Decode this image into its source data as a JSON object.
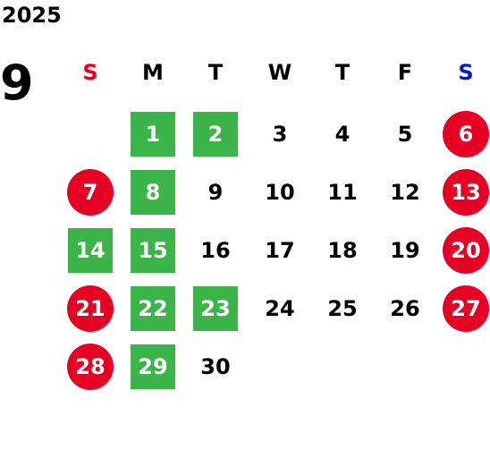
{
  "calendar": {
    "year": "2025",
    "month": "9",
    "weekdays": [
      {
        "label": "S",
        "color": "#e8001c"
      },
      {
        "label": "M",
        "color": "#000000"
      },
      {
        "label": "T",
        "color": "#000000"
      },
      {
        "label": "W",
        "color": "#000000"
      },
      {
        "label": "T",
        "color": "#000000"
      },
      {
        "label": "F",
        "color": "#000000"
      },
      {
        "label": "S",
        "color": "#0019d4"
      }
    ],
    "colors": {
      "holiday_red": "#e60023",
      "highlight_green": "#3bb54a",
      "text": "#000000",
      "on_mark_text": "#ffffff"
    },
    "weeks": [
      [
        null,
        {
          "day": "1",
          "style": "green"
        },
        {
          "day": "2",
          "style": "green"
        },
        {
          "day": "3",
          "style": "plain"
        },
        {
          "day": "4",
          "style": "plain"
        },
        {
          "day": "5",
          "style": "plain"
        },
        {
          "day": "6",
          "style": "red"
        }
      ],
      [
        {
          "day": "7",
          "style": "red"
        },
        {
          "day": "8",
          "style": "green"
        },
        {
          "day": "9",
          "style": "plain"
        },
        {
          "day": "10",
          "style": "plain"
        },
        {
          "day": "11",
          "style": "plain"
        },
        {
          "day": "12",
          "style": "plain"
        },
        {
          "day": "13",
          "style": "red"
        }
      ],
      [
        {
          "day": "14",
          "style": "green"
        },
        {
          "day": "15",
          "style": "green"
        },
        {
          "day": "16",
          "style": "plain"
        },
        {
          "day": "17",
          "style": "plain"
        },
        {
          "day": "18",
          "style": "plain"
        },
        {
          "day": "19",
          "style": "plain"
        },
        {
          "day": "20",
          "style": "red"
        }
      ],
      [
        {
          "day": "21",
          "style": "red"
        },
        {
          "day": "22",
          "style": "green"
        },
        {
          "day": "23",
          "style": "green"
        },
        {
          "day": "24",
          "style": "plain"
        },
        {
          "day": "25",
          "style": "plain"
        },
        {
          "day": "26",
          "style": "plain"
        },
        {
          "day": "27",
          "style": "red"
        }
      ],
      [
        {
          "day": "28",
          "style": "red"
        },
        {
          "day": "29",
          "style": "green"
        },
        {
          "day": "30",
          "style": "plain"
        },
        null,
        null,
        null,
        null
      ]
    ]
  }
}
